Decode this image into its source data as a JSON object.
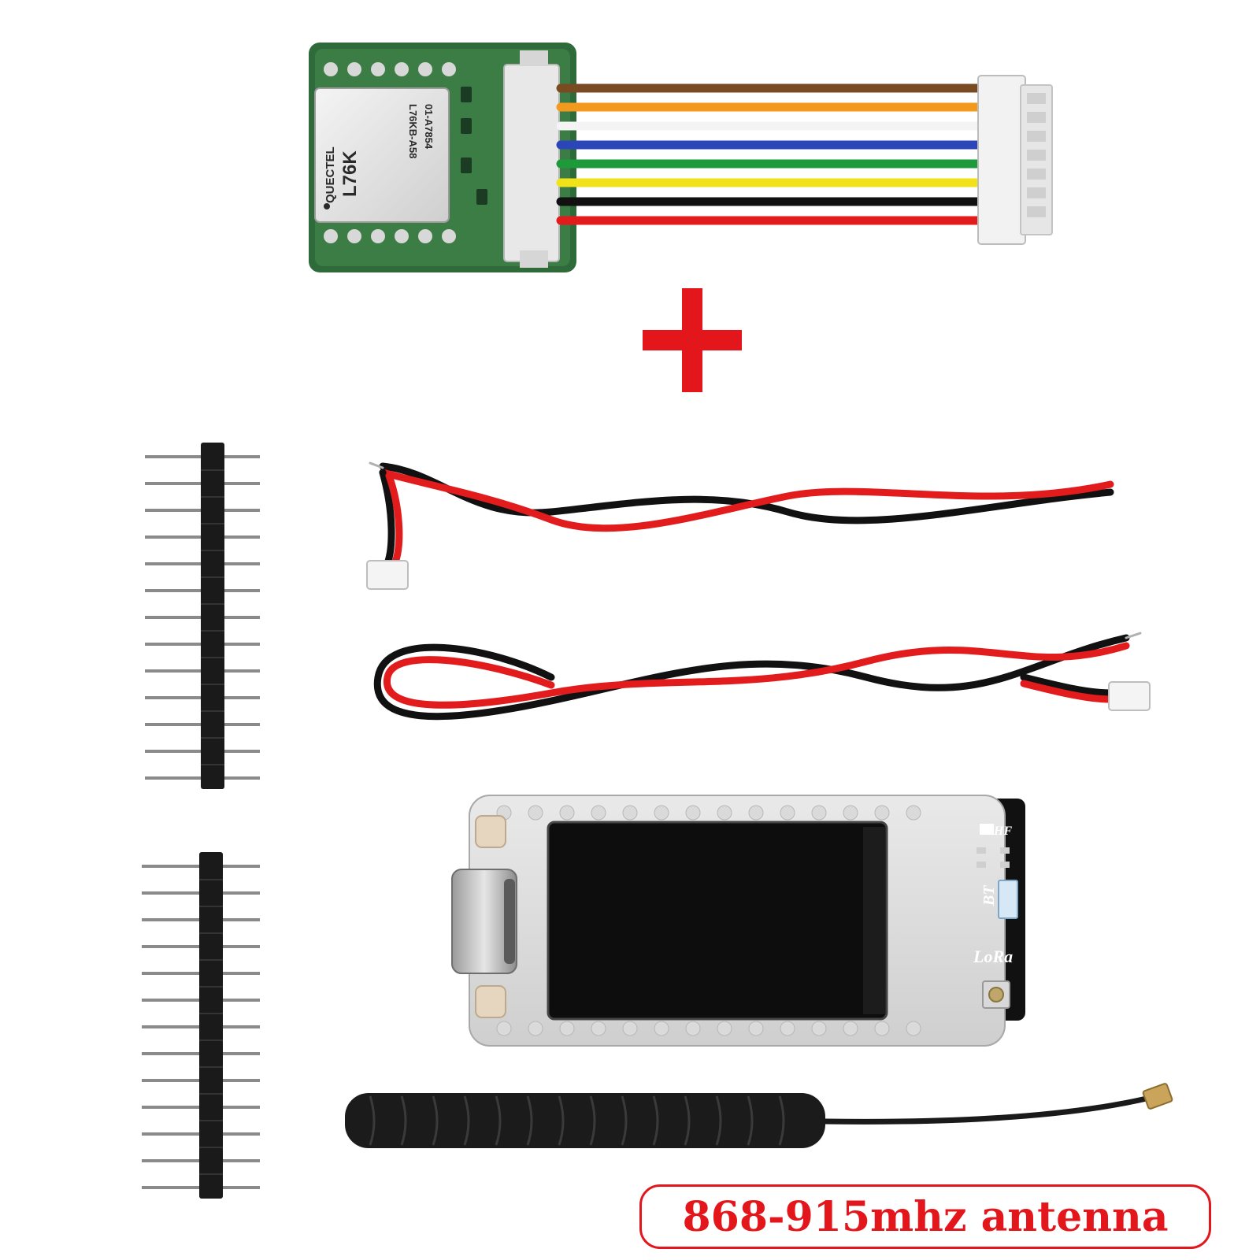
{
  "gps_module": {
    "brand_label": "QUECTEL",
    "model_label": "L76K",
    "part_code": "L76KB-A58",
    "serial_code": "01-A7854"
  },
  "lora_board": {
    "hf_label": "HF",
    "bt_label": "BT",
    "lora_label": "LoRa"
  },
  "caption": {
    "text": "868-915mhz antenna"
  },
  "colors": {
    "accent_red": "#e3161b",
    "pcb_green": "#2f6b3a",
    "board_black": "#111111"
  }
}
